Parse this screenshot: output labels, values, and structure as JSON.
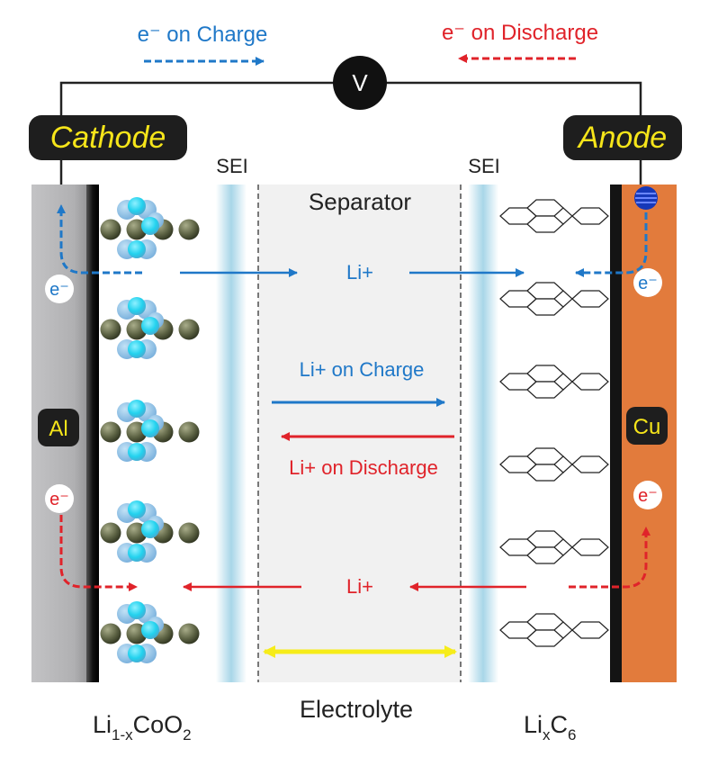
{
  "header": {
    "charge_label": "e⁻ on Charge",
    "discharge_label": "e⁻ on Discharge",
    "voltmeter": "V"
  },
  "electrodes": {
    "cathode": "Cathode",
    "anode": "Anode",
    "cathode_metal": "Al",
    "anode_metal": "Cu",
    "cathode_material": {
      "base": "Li",
      "sub1": "1-x",
      "mid": "CoO",
      "sub2": "2"
    },
    "anode_material": {
      "base": "Li",
      "sub1": "x",
      "mid": "C",
      "sub2": "6"
    }
  },
  "layers": {
    "sei_left": "SEI",
    "sei_right": "SEI",
    "separator": "Separator",
    "electrolyte": "Electrolyte"
  },
  "ions": {
    "li_top": "Li+",
    "li_bottom": "Li+",
    "charge": "Li+ on Charge",
    "discharge": "Li+ on Discharge"
  },
  "electrons": {
    "e_left_top": "e⁻",
    "e_right_top": "e⁻",
    "e_left_bottom": "e⁻",
    "e_right_bottom": "e⁻"
  },
  "colors": {
    "charge": "#1f78c8",
    "discharge": "#e0232a",
    "copper": "#e27b3c",
    "aluminum": "#bdbdbf",
    "label_bg": "#1e1e1e",
    "label_text": "#f6e51a"
  }
}
